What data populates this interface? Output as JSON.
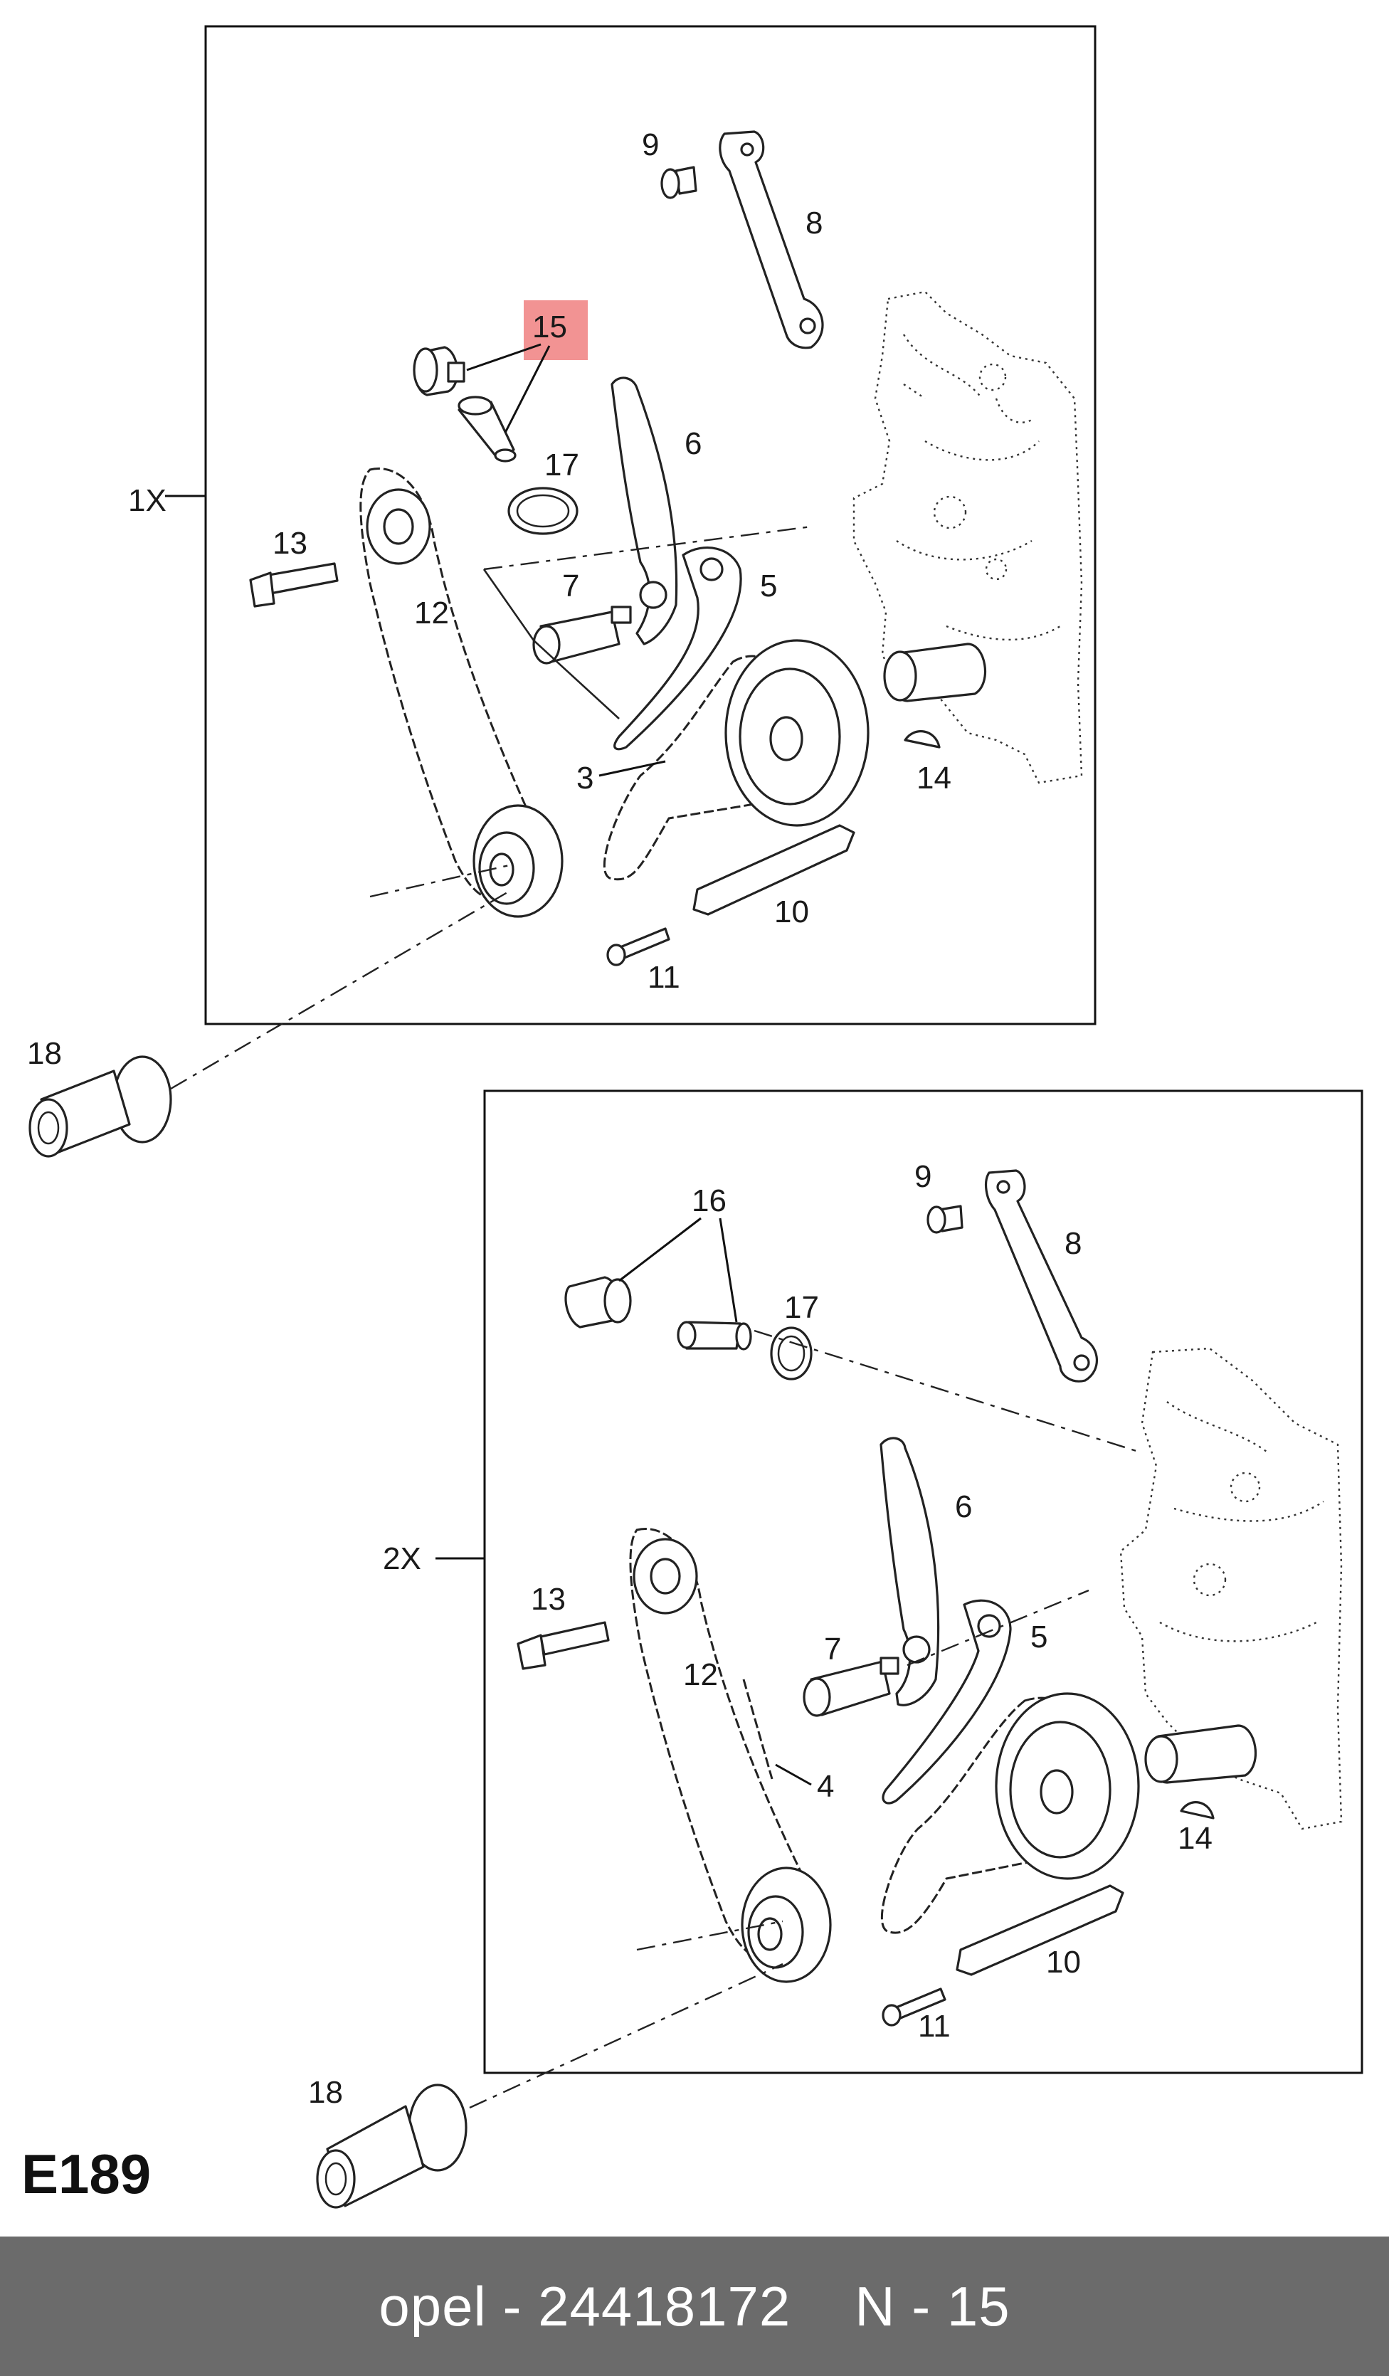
{
  "diagram": {
    "code": "E189",
    "variants": [
      {
        "label": "1X",
        "callouts": [
          "9",
          "8",
          "15",
          "6",
          "17",
          "13",
          "7",
          "5",
          "12",
          "3",
          "14",
          "10",
          "11"
        ]
      },
      {
        "label": "2X",
        "callouts": [
          "9",
          "16",
          "8",
          "17",
          "6",
          "13",
          "7",
          "5",
          "12",
          "4",
          "14",
          "10",
          "11"
        ]
      }
    ],
    "external_callouts": [
      "18",
      "18"
    ],
    "highlight": {
      "callout": "15",
      "color": "#f08080"
    }
  },
  "footer": {
    "brand": "opel",
    "separator": "-",
    "part_number": "24418172",
    "position": "N - 15",
    "background": "#6b6b6b",
    "text_color": "#ffffff"
  }
}
